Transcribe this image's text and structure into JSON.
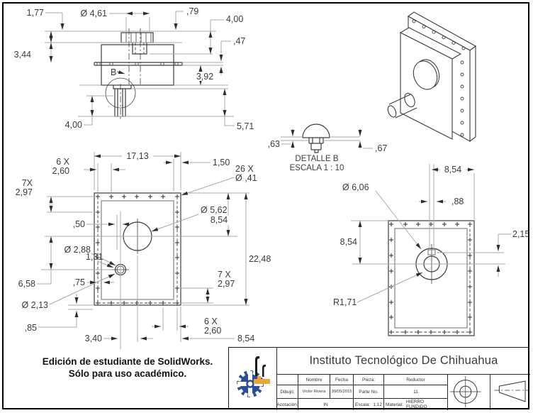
{
  "notice": {
    "line1": "Edición de estudiante de SolidWorks.",
    "line2": "Sólo para uso académico."
  },
  "title_block": {
    "institution": "Instituto Tecnológico De Chihuahua",
    "header_nombre": "Nombre",
    "header_fecha": "Fecha",
    "header_pieza": "Pieza:",
    "pieza_value": "Reductor",
    "dibujo_label": "Dibujó:",
    "dibujo_nombre": "Victor Rivera",
    "dibujo_fecha": "30/05/2015",
    "parte_label": "Parte No.",
    "parte_value": "11",
    "acotacion_label": "Acotación:",
    "acotacion_value": "IN",
    "escala_label": "Escala:",
    "escala_value": "1:12",
    "material_label": "Material:",
    "material_value": "HIERRO FUNDIDO"
  },
  "top_view": {
    "d177": "1,77",
    "d461": "Ø 4,61",
    "d79": ",79",
    "d400_top": "4,00",
    "d47": ",47",
    "d344": "3,44",
    "d392": "3,92",
    "d400_bottom": "4,00",
    "d571": "5,71",
    "b": "B"
  },
  "detail_b": {
    "d63": ",63",
    "d67": ",67",
    "title": "DETALLE B",
    "scale": "ESCALA 1 : 10"
  },
  "front_view": {
    "d1713": "17,13",
    "d150": "1,50",
    "c6x_top": "6 X",
    "v260_top": "2,60",
    "c26x": "26 X",
    "v41": "Ø ,41",
    "c7x_left": "7X",
    "v297_left": "2,97",
    "d562": "Ø 5,62",
    "d854_right": "8,54",
    "d50": ",50",
    "d2248": "22,48",
    "d288": "Ø 2,88",
    "d131": "1,31",
    "d658": "6,58",
    "d75": ",75",
    "d213": "Ø 2,13",
    "c7x_bottom": "7 X",
    "v297_bottom": "2,97",
    "d85": ",85",
    "d340": "3,40",
    "c6x_bottom": "6 X",
    "v260_bottom": "2,60",
    "d854_bottom": "8,54"
  },
  "side_view": {
    "d854_top": "8,54",
    "d606": "Ø 6,06",
    "d88": ",88",
    "d215": "2,15",
    "d854_left": "8,54",
    "r171": "R1,71"
  },
  "colors": {
    "object_line": "#3d3d3d",
    "dim_line": "#a8a8a8",
    "logo_blue": "#2b4e9b",
    "logo_orange": "#e9a63a"
  }
}
